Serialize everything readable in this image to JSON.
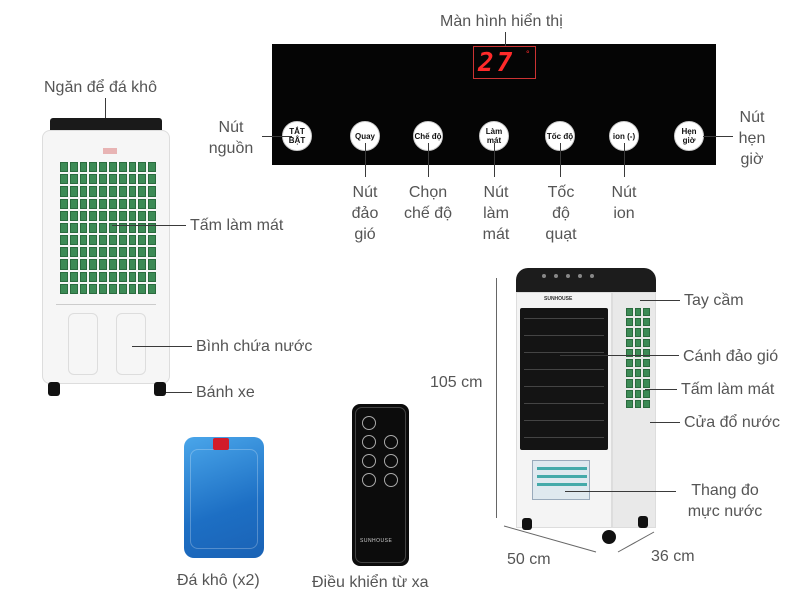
{
  "labels": {
    "display_screen": "Màn hình hiển thị",
    "ice_compartment": "Ngăn để đá khô",
    "power_button": "Nút nguồn",
    "swing_button": "Nút đảo gió",
    "mode_select": "Chọn chế độ",
    "cool_button": "Nút làm mát",
    "fan_speed": "Tốc độ quạt",
    "ion_button": "Nút ion",
    "timer_button": "Nút hẹn giờ",
    "cooling_pad_left": "Tấm làm mát",
    "water_tank": "Bình chứa nước",
    "wheels": "Bánh xe",
    "handle": "Tay cầm",
    "louver": "Cánh đảo gió",
    "cooling_pad_right": "Tấm làm mát",
    "drain_door": "Cửa đổ nước",
    "water_gauge": "Thang đo mực nước",
    "height": "105 cm",
    "width": "50 cm",
    "depth": "36 cm",
    "ice_pack": "Đá khô (x2)",
    "remote": "Điều khiển từ xa"
  },
  "panel": {
    "display_value": "27",
    "display_unit": "°",
    "buttons": [
      {
        "line1": "TẮT",
        "line2": "BẬT"
      },
      {
        "line1": "Quay",
        "line2": ""
      },
      {
        "line1": "Chế độ",
        "line2": ""
      },
      {
        "line1": "Làm",
        "line2": "mát"
      },
      {
        "line1": "Tốc độ",
        "line2": ""
      },
      {
        "line1": "ion (-)",
        "line2": ""
      },
      {
        "line1": "Hẹn",
        "line2": "giờ"
      }
    ]
  },
  "brand": "SUNHOUSE",
  "colors": {
    "panel_bg": "#050505",
    "display_red": "#ff2a2a",
    "cooling_pad_green": "#3c8a55",
    "ice_blue": "#1d6fc4",
    "ice_cap_red": "#d21c2a"
  }
}
